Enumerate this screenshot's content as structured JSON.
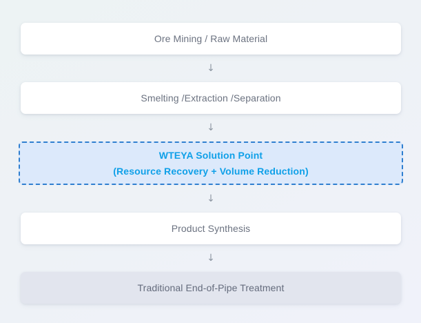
{
  "diagram": {
    "type": "vertical-flowchart",
    "background_color": "#eef2f6",
    "connector_glyph": "↓",
    "nodes": [
      {
        "id": "ore-mining",
        "style": "plain",
        "label": "Ore Mining / Raw Material"
      },
      {
        "id": "smelting",
        "style": "plain",
        "label": "Smelting /Extraction /Separation"
      },
      {
        "id": "wteya-solution-point",
        "style": "highlight",
        "label": "WTEYA Solution Point",
        "sublabel": "(Resource Recovery + Volume Reduction)",
        "border_color": "#2f7fd0",
        "fill_color": "#dce9fb",
        "text_color": "#0fa0e8"
      },
      {
        "id": "product-synthesis",
        "style": "plain",
        "label": "Product Synthesis"
      },
      {
        "id": "traditional-treatment",
        "style": "muted",
        "label": "Traditional End-of-Pipe Treatment",
        "fill_color": "#e2e5ee"
      }
    ]
  }
}
